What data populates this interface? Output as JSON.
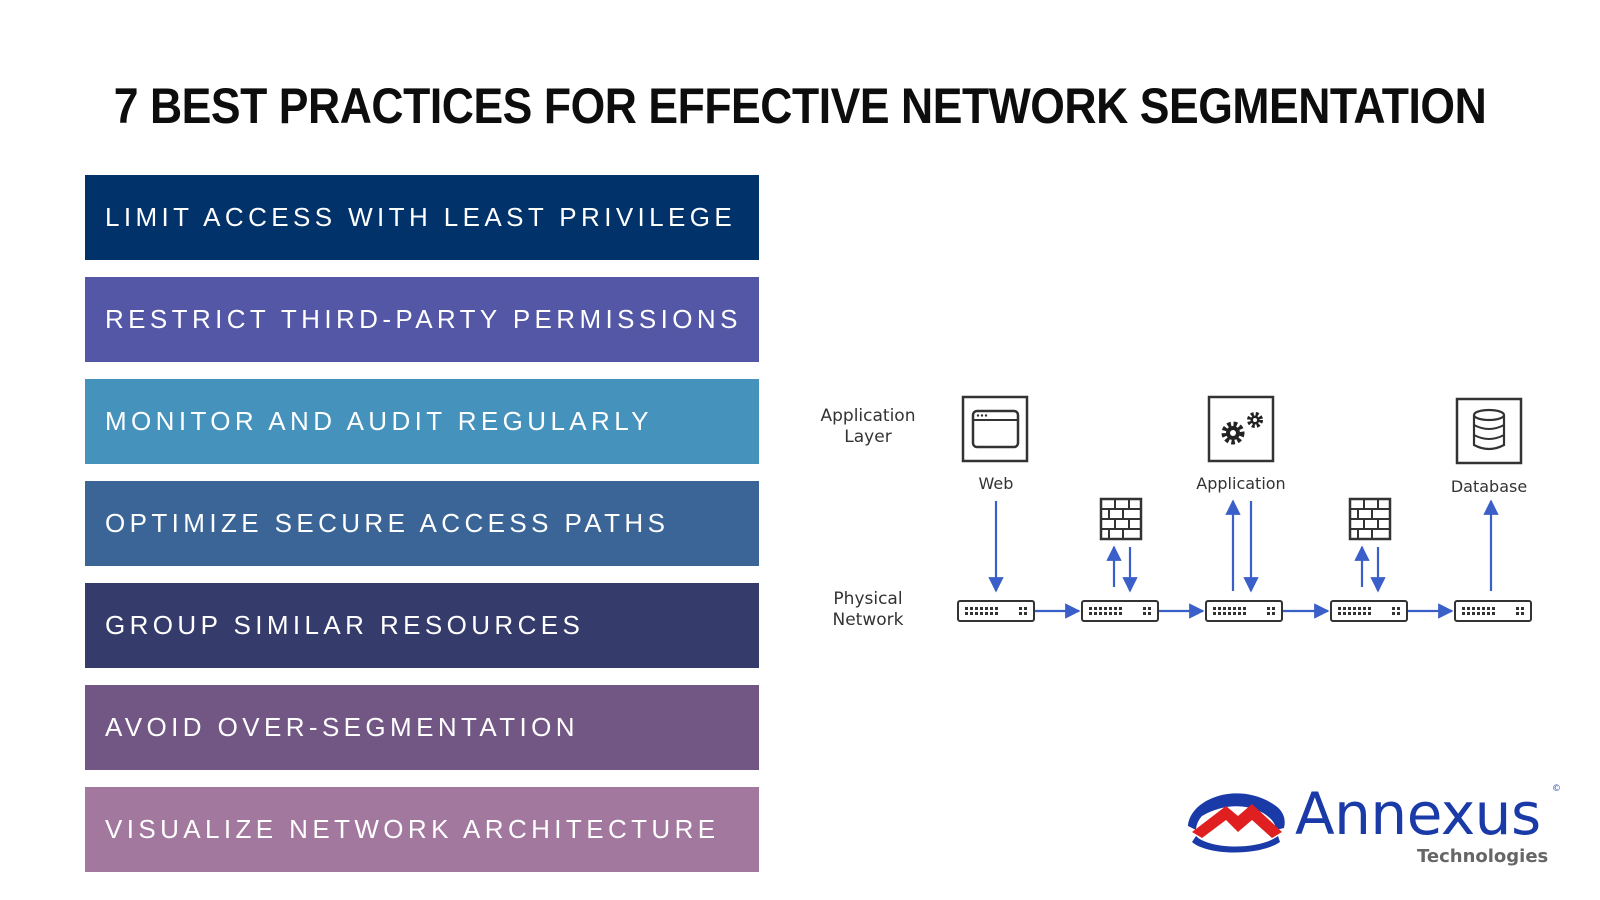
{
  "title": "7 BEST PRACTICES FOR EFFECTIVE NETWORK SEGMENTATION",
  "practices": [
    {
      "label": "LIMIT ACCESS WITH LEAST PRIVILEGE",
      "color": "#02326a"
    },
    {
      "label": "RESTRICT THIRD-PARTY PERMISSIONS",
      "color": "#5357a6"
    },
    {
      "label": "MONITOR AND AUDIT REGULARLY",
      "color": "#4593bc"
    },
    {
      "label": "OPTIMIZE SECURE ACCESS PATHS",
      "color": "#3b6596"
    },
    {
      "label": "GROUP SIMILAR RESOURCES",
      "color": "#353b6b"
    },
    {
      "label": "AVOID OVER-SEGMENTATION",
      "color": "#725785"
    },
    {
      "label": "VISUALIZE NETWORK ARCHITECTURE",
      "color": "#a2789e"
    }
  ],
  "diagram": {
    "layers": {
      "application": "Application Layer",
      "physical": "Physical Network"
    },
    "nodes": {
      "web": "Web",
      "application": "Application",
      "database": "Database"
    },
    "icons": [
      "browser-window-icon",
      "gears-icon",
      "database-icon",
      "firewall-icon",
      "network-switch-icon"
    ],
    "arrow_color": "#3b5fc8"
  },
  "brand": {
    "name": "Annexus",
    "subtitle": "Technologies",
    "copyright": "©",
    "colors": {
      "blue": "#1a3aa8",
      "red": "#e02020",
      "gray": "#666666"
    }
  }
}
